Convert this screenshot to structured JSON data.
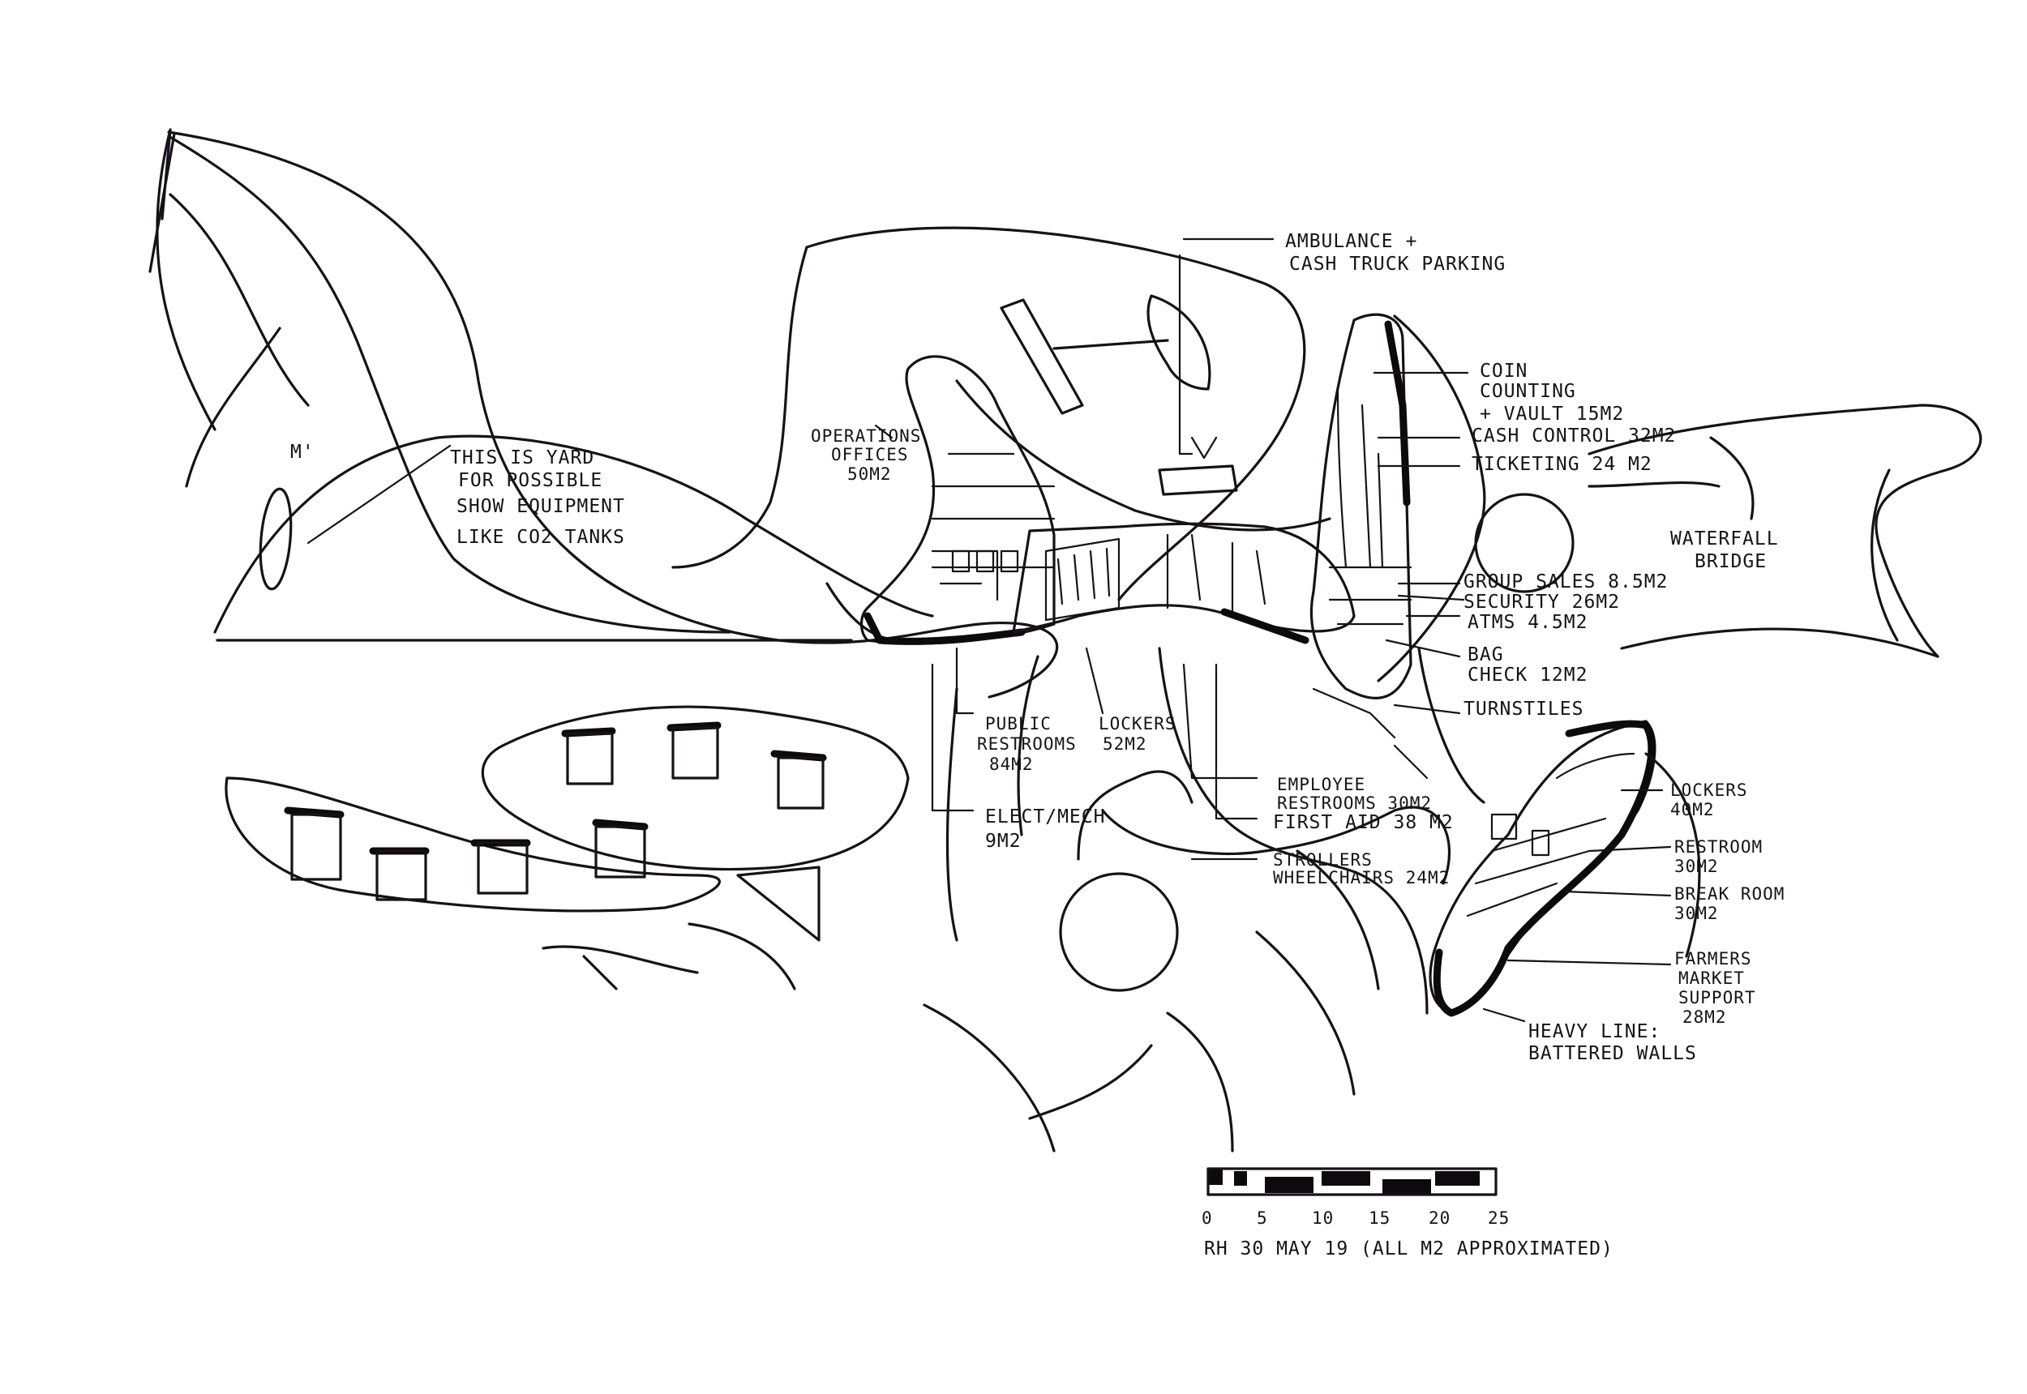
{
  "drawing": {
    "yard_note": [
      "THIS IS YARD",
      "FOR POSSIBLE",
      "SHOW EQUIPMENT",
      "LIKE CO2 TANKS"
    ],
    "yard_mark": "M'",
    "parking": [
      "AMBULANCE +",
      "CASH TRUCK PARKING"
    ],
    "operations": [
      "OPERATIONS",
      "OFFICES",
      "50M2"
    ],
    "coin": [
      "COIN",
      "COUNTING",
      "+ VAULT 15M2"
    ],
    "cash_control": "CASH CONTROL 32M2",
    "ticketing": "TICKETING 24 M2",
    "waterfall": [
      "WATERFALL",
      "BRIDGE"
    ],
    "group_sales": "GROUP SALES 8.5M2",
    "security": "SECURITY 26M2",
    "atms": "ATMS 4.5M2",
    "bag_check": [
      "BAG",
      "CHECK 12M2"
    ],
    "turnstiles": "TURNSTILES",
    "public_restrooms": [
      "PUBLIC",
      "RESTROOMS",
      "84M2"
    ],
    "lockers_main": [
      "LOCKERS",
      "52M2"
    ],
    "elect_mech": [
      "ELECT/MECH",
      "9M2"
    ],
    "employee_restrooms": [
      "EMPLOYEE",
      "RESTROOMS 30M2"
    ],
    "first_aid": "FIRST AID 38 M2",
    "strollers": [
      "STROLLERS",
      "WHEELCHAIRS 24M2"
    ],
    "lockers_east": [
      "LOCKERS",
      "40M2"
    ],
    "restroom_east": [
      "RESTROOM",
      "30M2"
    ],
    "break_room": [
      "BREAK ROOM",
      "30M2"
    ],
    "farmers": [
      "FARMERS",
      "MARKET",
      "SUPPORT",
      "28M2"
    ],
    "heavy_line": [
      "HEAVY LINE:",
      "BATTERED WALLS"
    ],
    "scale_labels": [
      "0",
      "5",
      "10",
      "15",
      "20",
      "25"
    ],
    "signature": "RH 30 MAY 19   (ALL M2 APPROXIMATED)"
  }
}
